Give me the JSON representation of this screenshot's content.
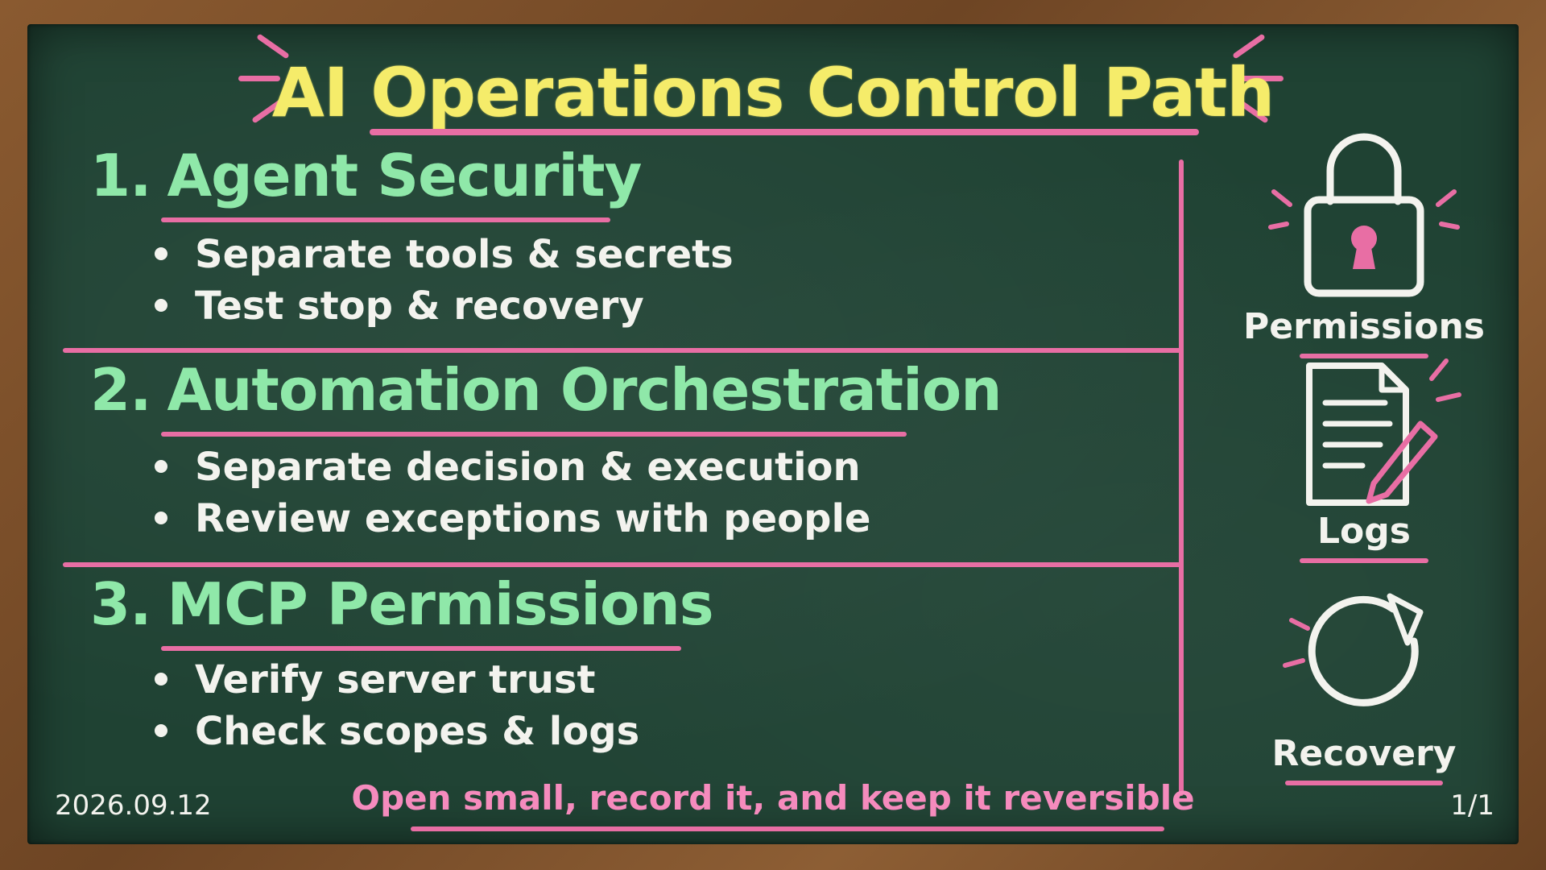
{
  "title": "AI Operations Control Path",
  "sections": [
    {
      "number": "1.",
      "heading": "Agent Security",
      "bullets": [
        "Separate tools & secrets",
        "Test stop & recovery"
      ]
    },
    {
      "number": "2.",
      "heading": "Automation Orchestration",
      "bullets": [
        "Separate decision & execution",
        "Review exceptions with people"
      ]
    },
    {
      "number": "3.",
      "heading": "MCP Permissions",
      "bullets": [
        "Verify server trust",
        "Check scopes & logs"
      ]
    }
  ],
  "sidebar": {
    "items": [
      {
        "label": "Permissions",
        "icon": "lock-icon"
      },
      {
        "label": "Logs",
        "icon": "document-pencil-icon"
      },
      {
        "label": "Recovery",
        "icon": "refresh-icon"
      }
    ]
  },
  "footer": {
    "date": "2026.09.12",
    "message": "Open small, record it, and keep it reversible",
    "page": "1/1"
  },
  "colors": {
    "board": "#1f4233",
    "title": "#f5ec6a",
    "heading": "#8fe8a9",
    "accent": "#e86ea4",
    "chalk": "#f3f3ee"
  }
}
